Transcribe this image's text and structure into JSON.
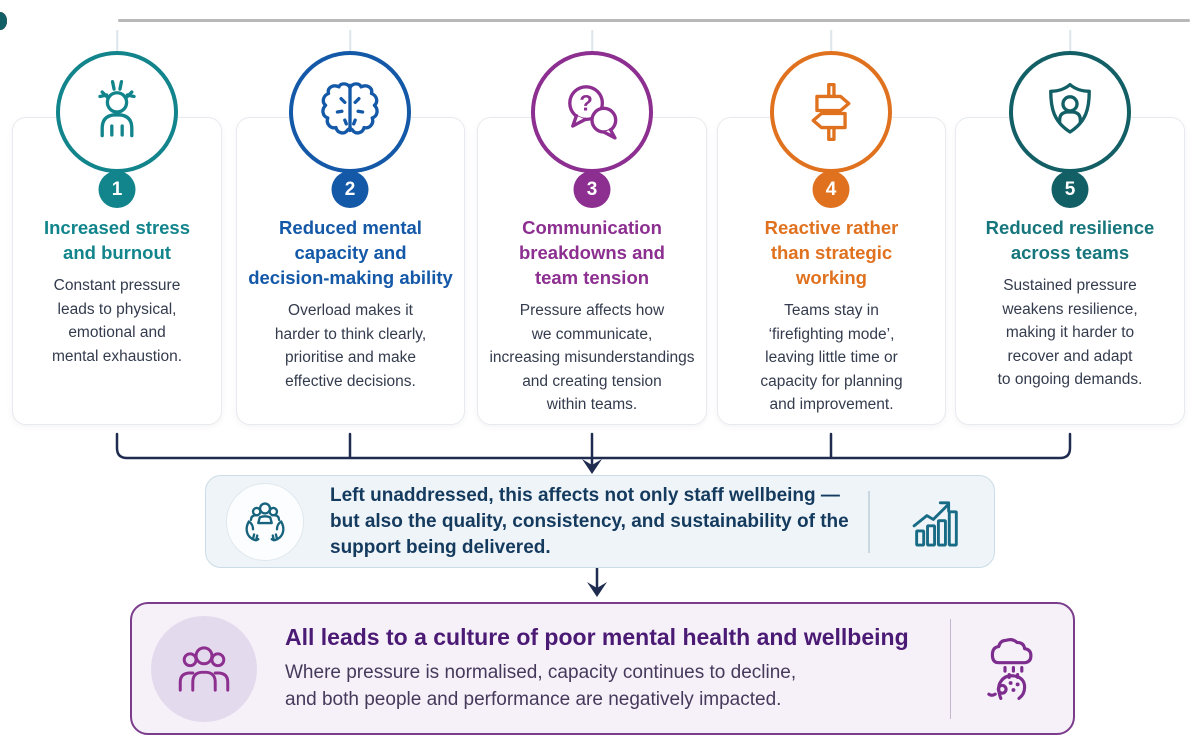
{
  "colors": {
    "step1_accent": "#12858c",
    "step2_accent": "#1458a8",
    "step3_accent": "#8c2f90",
    "step4_accent": "#e0721f",
    "step5_accent": "#135f66",
    "timeline_gray": "#b8b8b8",
    "bracket_arrow_navy": "#1f2c50",
    "impact_box_bg": "#eef4f8",
    "impact_box_border": "#ccdce7",
    "impact_text": "#143a5e",
    "outcome_box_bg": "#f6f1f9",
    "outcome_box_border": "#7b3c8c",
    "outcome_title": "#4a1a74"
  },
  "steps": [
    {
      "number": "1",
      "icon": "stressed-person-icon",
      "title": [
        "Increased stress",
        "and burnout"
      ],
      "description": [
        "Constant pressure",
        "leads to physical,",
        "emotional and",
        "mental exhaustion."
      ]
    },
    {
      "number": "2",
      "icon": "brain-icon",
      "title": [
        "Reduced mental",
        "capacity and",
        "decision-making ability"
      ],
      "description": [
        "Overload makes it",
        "harder to think clearly,",
        "prioritise and make",
        "effective decisions."
      ]
    },
    {
      "number": "3",
      "icon": "speech-bubbles-icon",
      "title": [
        "Communication",
        "breakdowns and",
        "team tension"
      ],
      "description": [
        "Pressure affects how",
        "we communicate,",
        "increasing misunderstandings",
        "and creating tension",
        "within teams."
      ]
    },
    {
      "number": "4",
      "icon": "signpost-icon",
      "title": [
        "Reactive rather",
        "than strategic",
        "working"
      ],
      "description": [
        "Teams stay in",
        "‘firefighting mode’,",
        "leaving little time or",
        "capacity for planning",
        "and improvement."
      ]
    },
    {
      "number": "5",
      "icon": "shield-person-icon",
      "title": [
        "Reduced resilience",
        "across teams"
      ],
      "description": [
        "Sustained pressure",
        "weakens resilience,",
        "making it harder to",
        "recover and adapt",
        "to ongoing demands."
      ]
    }
  ],
  "impact_box": {
    "left_icon": "hands-holding-team-icon",
    "right_icon": "growth-chart-icon",
    "text": [
      "Left unaddressed, this affects not only staff wellbeing —",
      "but also the quality, consistency, and sustainability of the",
      "support being delivered."
    ]
  },
  "outcome_box": {
    "left_icon": "team-group-icon",
    "right_icon": "rain-cloud-head-icon",
    "title": "All leads to a culture of poor mental health and wellbeing",
    "description": [
      "Where pressure is normalised, capacity continues to decline,",
      "and both people and performance are negatively impacted."
    ]
  }
}
